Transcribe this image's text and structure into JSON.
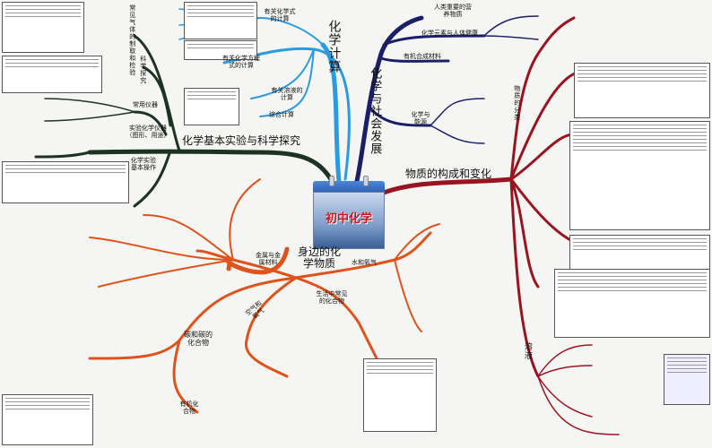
{
  "center": {
    "title": "初中化学"
  },
  "branches": {
    "calc": {
      "label": "化学计算",
      "color": "#2a9be0",
      "subs": [
        "有关化学式的计算",
        "有关化学方程式的计算",
        "有关溶液的计算",
        "综合计算"
      ]
    },
    "society": {
      "label": "化学与社会发展",
      "color": "#1b1f66",
      "subs": [
        "人类重要的营养物质",
        "化学元素与人体健康",
        "有机合成材料",
        "化学与能源"
      ]
    },
    "structure": {
      "label": "物质的构成和变化",
      "color": "#9a1420",
      "subs": [
        "物质的分类",
        "溶液"
      ]
    },
    "experiment": {
      "label": "化学基本实验与科学探究",
      "color": "#1d3322",
      "subs": [
        "常见气体的制取和检验",
        "科学探究",
        "常用仪器",
        "实验化学仪器（图形、用途）",
        "化学实验基本操作"
      ]
    },
    "substances": {
      "label": "身边的化学物质",
      "color": "#e0521a",
      "subs": [
        "金属与金属材料",
        "水和氧气",
        "生活中常见的化合物",
        "空气和氧气",
        "碳和碳的化合物",
        "有机化合物"
      ]
    }
  }
}
